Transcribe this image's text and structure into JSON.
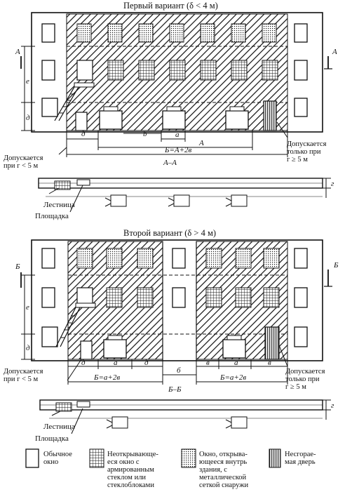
{
  "variant1": {
    "title": "Первый вариант (δ < 4 м)",
    "section_mark": "А",
    "dim_e": "е",
    "dim_d": "д",
    "dim_b": "b",
    "dim_a": "а",
    "dim_A": "А",
    "dim_total": "Б=А+2в",
    "allowed_left": "Допускается\nпри г < 5 м",
    "allowed_right": "Допускается\nтолько при\nг ≥ 5 м",
    "section_label": "А–А",
    "dim_r": "г",
    "stair_label": "Лестница",
    "platform_label": "Площадка"
  },
  "variant2": {
    "title": "Второй вариант (δ > 4 м)",
    "section_mark": "Б",
    "dim_e": "е",
    "dim_d": "д",
    "dim_a": "а",
    "dim_b": "б",
    "dim_v": "в",
    "dim_total": "Б=а+2в",
    "allowed_left": "Допускается\nпри г < 5 м",
    "allowed_right": "Допускается\nтолько при\nг ≥ 5 м",
    "section_label": "Б–Б",
    "dim_r": "г",
    "stair_label": "Лестница",
    "platform_label": "Площадка"
  },
  "legend": [
    {
      "label": "Обычное\nокно"
    },
    {
      "label": "Неоткрывающе-\nеся окно с\nармированным\nстеклом или\nстеклоблоками"
    },
    {
      "label": "Окно, открыва-\nющееся внутрь\nздания, с\nметаллической\nсеткой снаружи"
    },
    {
      "label": "Несгорае-\nмая дверь"
    }
  ]
}
